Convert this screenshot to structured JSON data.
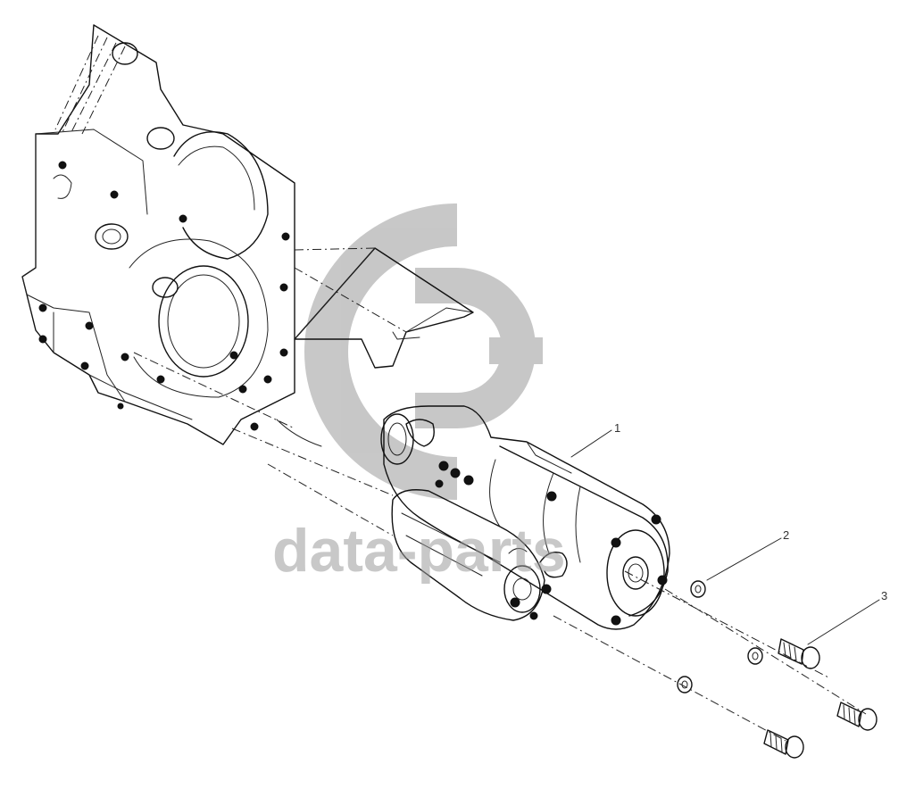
{
  "diagram": {
    "callouts": [
      {
        "id": "part-1",
        "label": "1"
      },
      {
        "id": "part-2",
        "label": "2"
      },
      {
        "id": "part-3",
        "label": "3"
      }
    ],
    "watermark": {
      "text": "data-parts",
      "color": "#9a9a9a"
    },
    "parts": [
      {
        "name": "flywheel-housing"
      },
      {
        "name": "starter-motor"
      },
      {
        "name": "lock-washer"
      },
      {
        "name": "bolt"
      }
    ]
  }
}
